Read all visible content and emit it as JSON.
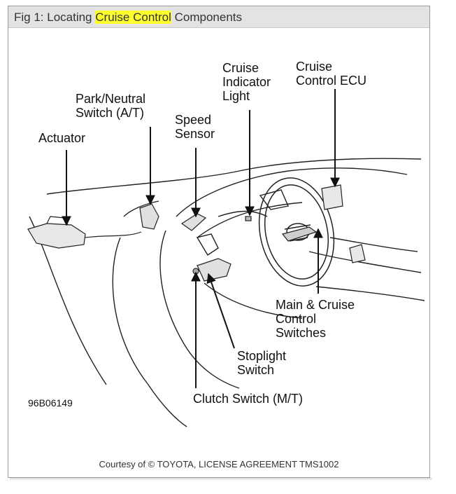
{
  "figure": {
    "title_prefix": "Fig 1: Locating ",
    "title_highlight": "Cruise Control",
    "title_suffix": " Components",
    "highlight_color": "#ffff2e",
    "credit": "Courtesy of © TOYOTA, LICENSE AGREEMENT TMS1002",
    "drawing_code": "96B06149"
  },
  "labels": {
    "actuator": [
      "Actuator"
    ],
    "park_neutral": [
      "Park/Neutral",
      "Switch (A/T)"
    ],
    "speed_sensor": [
      "Speed",
      "Sensor"
    ],
    "indicator": [
      "Cruise",
      "Indicator",
      "Light"
    ],
    "ecu": [
      "Cruise",
      "Control ECU"
    ],
    "main_switches": [
      "Main & Cruise",
      "Control",
      "Switches"
    ],
    "stoplight": [
      "Stoplight",
      "Switch"
    ],
    "clutch": [
      "Clutch Switch (M/T)"
    ]
  }
}
